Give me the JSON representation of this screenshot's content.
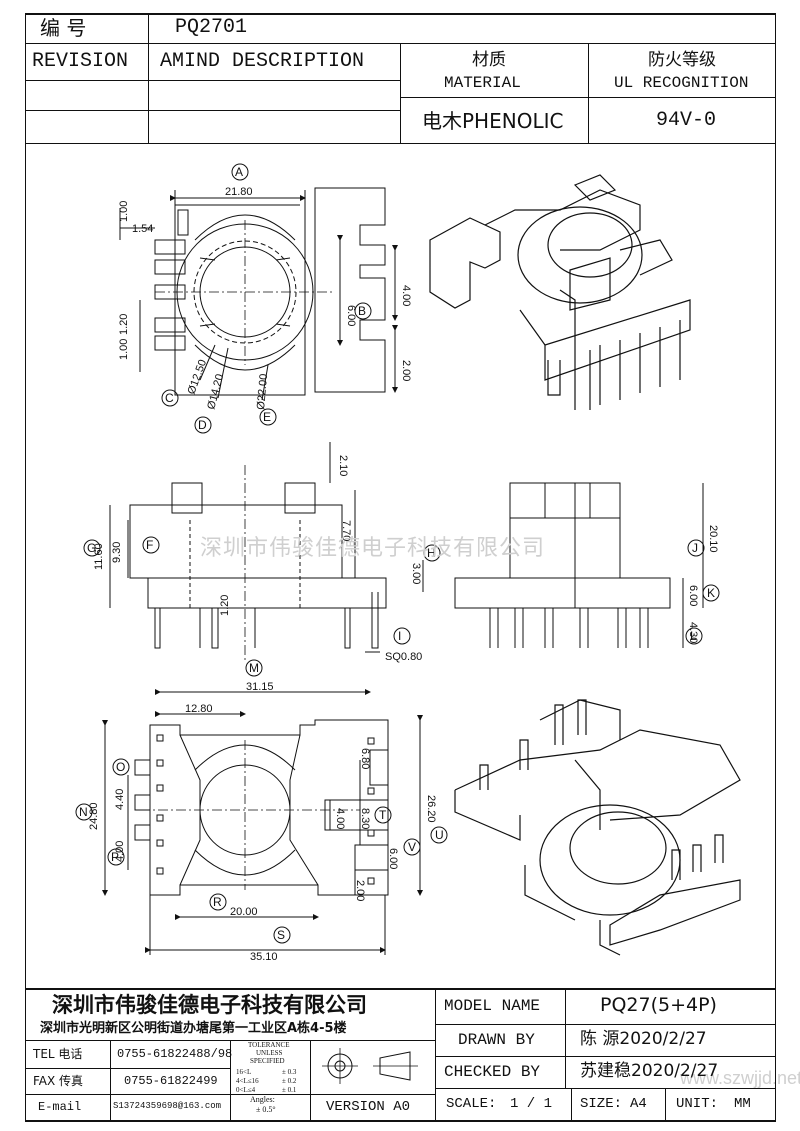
{
  "header": {
    "code_label": "编  号",
    "code_value": "PQ2701",
    "revision_label": "REVISION",
    "amend_label": "AMIND DESCRIPTION",
    "material_cn": "材质",
    "material_en": "MATERIAL",
    "material_value": "电木PHENOLIC",
    "ul_cn": "防火等级",
    "ul_en": "UL RECOGNITION",
    "ul_value": "94V-0"
  },
  "watermark": "深圳市伟骏佳德电子科技有限公司",
  "watermark_site": "www.szwjjd.net",
  "views": {
    "top": {
      "dims": [
        "21.80",
        "1.54",
        "1.00",
        "1.20",
        "1.00",
        "6.00",
        "4.00",
        "2.00",
        "Ø12.50",
        "Ø14.20",
        "Ø22.00"
      ],
      "bubbles": [
        "A",
        "B",
        "C",
        "D",
        "E"
      ]
    },
    "front": {
      "dims": [
        "2.10",
        "11.60",
        "9.30",
        "7.70",
        "3.00",
        "1.20",
        "SQ0.80"
      ],
      "bubbles": [
        "G",
        "F",
        "H",
        "I"
      ]
    },
    "side": {
      "dims": [
        "20.10",
        "6.00",
        "4.30"
      ],
      "bubbles": [
        "J",
        "K",
        "L"
      ]
    },
    "bottom": {
      "dims": [
        "31.15",
        "12.80",
        "24.80",
        "4.40",
        "4.00",
        "26.20",
        "6.80",
        "4.00",
        "8.30",
        "6.00",
        "2.00",
        "20.00",
        "35.10"
      ],
      "bubbles": [
        "M",
        "O",
        "N",
        "P",
        "T",
        "U",
        "V",
        "R",
        "S"
      ]
    }
  },
  "title_block": {
    "company": "深圳市伟骏佳德电子科技有限公司",
    "address": "深圳市光明新区公明街道办塘尾第一工业区A栋4-5楼",
    "tel_label": "TEL 电话",
    "tel_value": "0755-61822488/98",
    "fax_label": "FAX 传真",
    "fax_value": "0755-61822499",
    "email_label": "E-mail",
    "email_value": "S13724359698@163.com",
    "tol_title": "TOLERANCE",
    "tol_sub1": "UNLESS",
    "tol_sub2": "SPECIFIED",
    "tol_rows": [
      {
        "range": "16<L",
        "val": "± 0.3"
      },
      {
        "range": "4<L≤16",
        "val": "± 0.2"
      },
      {
        "range": "0<L≤4",
        "val": "± 0.1"
      }
    ],
    "angles_label": "Angles:",
    "angles_value": "± 0.5°",
    "version": "VERSION A0",
    "model_label": "MODEL NAME",
    "model_value": "PQ27(5+4P)",
    "drawn_label": "DRAWN BY",
    "drawn_value": "陈  源2020/2/27",
    "checked_label": "CHECKED BY",
    "checked_value": "苏建稳2020/2/27",
    "scale_label": "SCALE:",
    "scale_value": "1 / 1",
    "size_label": "SIZE:",
    "size_value": "A4",
    "unit_label": "UNIT:",
    "unit_value": "MM"
  }
}
